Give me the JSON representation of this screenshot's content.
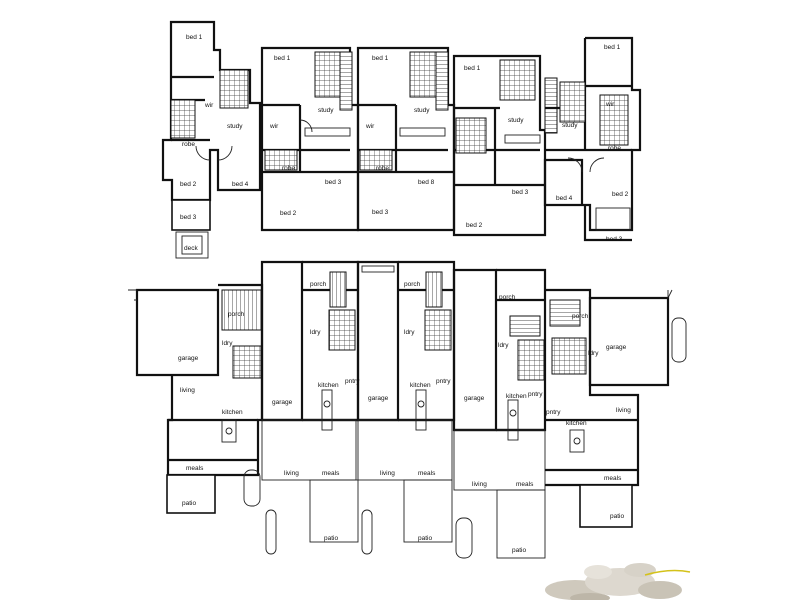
{
  "upper_floor": {
    "labels": [
      "bed 1",
      "bed 2",
      "bed 3",
      "bed 4",
      "study",
      "wir",
      "robe",
      "deck"
    ],
    "unit_bed3_variant": "bed 8"
  },
  "ground_floor": {
    "labels": [
      "garage",
      "living",
      "kitchen",
      "meals",
      "patio",
      "porch",
      "ldry",
      "pntry"
    ]
  },
  "colors": {
    "line": "#111111",
    "background": "#ffffff",
    "pebble": "#d9d5cc",
    "plant": "#d4c21a"
  },
  "decoration": {
    "icon": "pebbles-icon"
  }
}
